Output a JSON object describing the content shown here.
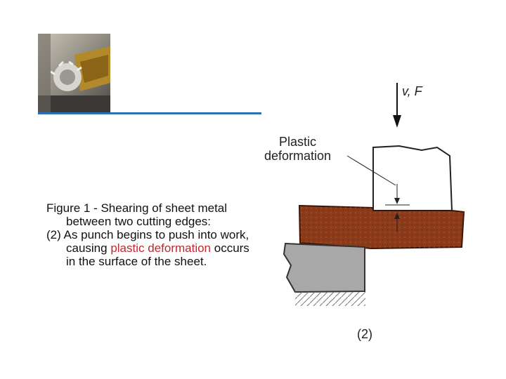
{
  "caption": {
    "line1": "Figure 1 ‐ Shearing of sheet metal between two cutting edges:",
    "line2_prefix": "(2) As punch begins to push into work, causing ",
    "line2_highlight": "plastic deformation",
    "line2_suffix": " occurs in the surface of the sheet."
  },
  "diagram": {
    "force_label": "v, F",
    "plastic_line1": "Plastic",
    "plastic_line2": "deformation",
    "figure_number": "(2)"
  },
  "colors": {
    "accent_rule": "#2d6fb3",
    "highlight": "#c0282c",
    "sheet": "#8b3a1a",
    "die": "#a8a8a8"
  }
}
